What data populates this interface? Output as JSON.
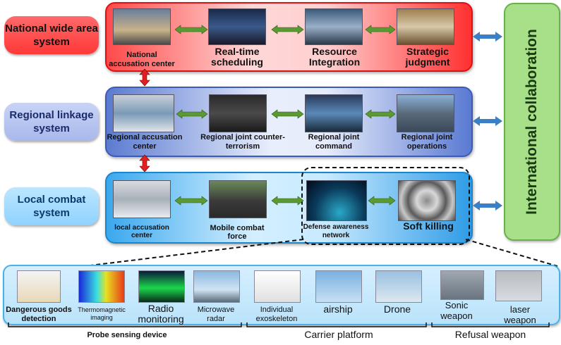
{
  "levels": {
    "national": "National wide area system",
    "regional": "Regional linkage system",
    "local": "Local combat system"
  },
  "national_items": [
    "National accusation center",
    "Real-time scheduling",
    "Resource Integration",
    "Strategic judgment"
  ],
  "regional_items": [
    "Regional accusation center",
    "Regional joint counter-terrorism",
    "Regional joint command",
    "Regional joint operations"
  ],
  "local_items": [
    "local accusation center",
    "Mobile combat force",
    "Defense awareness network",
    "Soft killing"
  ],
  "international": "International collaboration",
  "devices": [
    "Dangerous goods detection",
    "Thermomagnetic imaging",
    "Radio monitoring",
    "Microwave radar",
    "Individual exoskeleton",
    "airship",
    "Drone",
    "Sonic weapon",
    "laser weapon"
  ],
  "groups": [
    "Probe sensing device",
    "Carrier platform",
    "Refusal weapon"
  ],
  "colors": {
    "national_panel": "#f22020",
    "regional_panel": "#4a6fc8",
    "local_panel": "#2ea0e6",
    "collab_box": "#a8e08a",
    "link_arrow": "#5b9a32",
    "vertical_arrow": "#e02020",
    "blue_arrow": "#3b7fc4"
  }
}
